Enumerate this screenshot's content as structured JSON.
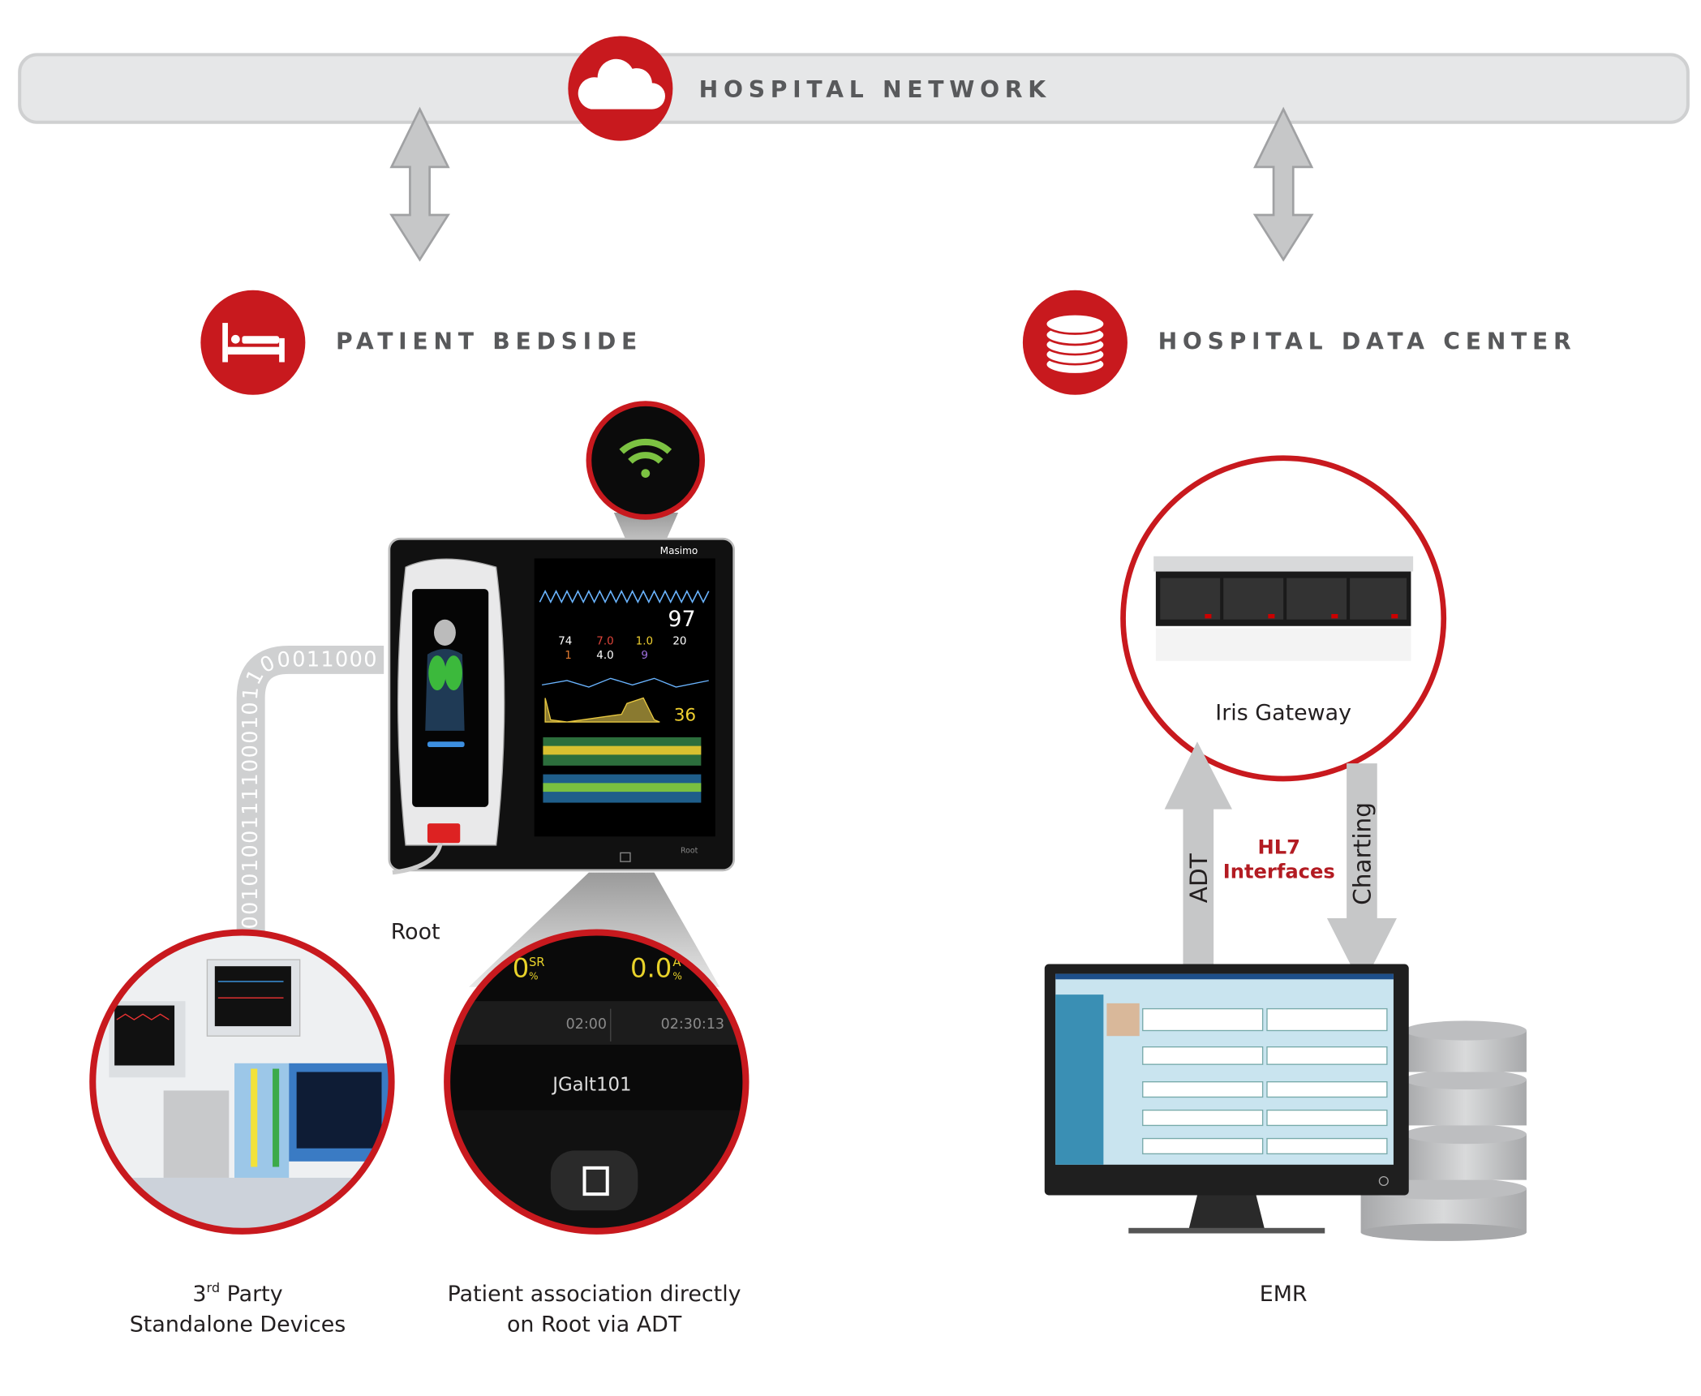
{
  "colors": {
    "accent_red": "#c8191e",
    "network_bar": "#e6e7e8",
    "arrow_gray": "#c6c7c8",
    "heading_text": "#58595b"
  },
  "network": {
    "title": "HOSPITAL NETWORK",
    "icon": "cloud-icon"
  },
  "bedside": {
    "title": "PATIENT BEDSIDE",
    "icon": "bed-icon"
  },
  "datacenter": {
    "title": "HOSPITAL DATA CENTER",
    "icon": "database-icon"
  },
  "root": {
    "label": "Root",
    "binary_stream": "0010100111100010110001100000010100",
    "screen": {
      "spo2": "97",
      "pr": "74",
      "sphb": "7.0",
      "pvi": "1.0",
      "rr": "20",
      "spoc": "1",
      "spmet": "4.0",
      "sphb2": "9",
      "psi": "36",
      "brand": "Masimo",
      "device_name": "Root"
    },
    "wifi_icon": "wifi-icon"
  },
  "third_party": {
    "label_sup": "rd",
    "label_line1_pre": "3",
    "label_line1_post": " Party",
    "label_line2": "Standalone Devices"
  },
  "patient_assoc": {
    "zoom": {
      "value1": "0",
      "unit1": "SR",
      "value2": "0.0",
      "unit2": "A",
      "pct": "%",
      "time1": "02:00",
      "time2": "02:30:13",
      "patient_id": "JGalt101"
    },
    "label_line1": "Patient association directly",
    "label_line2": "on Root via ADT"
  },
  "gateway": {
    "label": "Iris Gateway"
  },
  "interfaces": {
    "up_label": "ADT",
    "down_label": "Charting",
    "title_line1": "HL7",
    "title_line2": "Interfaces"
  },
  "emr": {
    "label": "EMR"
  }
}
